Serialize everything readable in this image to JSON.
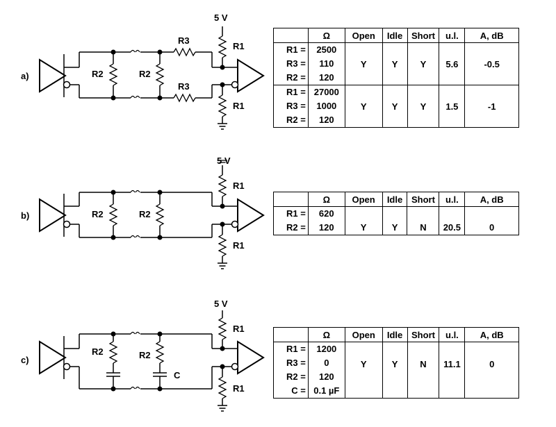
{
  "title_5v": "5 V",
  "headers": [
    "Ω",
    "Open",
    "Idle",
    "Short",
    "u.l.",
    "A, dB"
  ],
  "circuits": [
    {
      "label": "a)",
      "top_label": "5 V",
      "r1_top": "R1",
      "r1_bottom": "R1",
      "r2_left": "R2",
      "r2_right": "R2",
      "r3_top": "R3",
      "r3_bottom": "R3",
      "rows": [
        {
          "labels": [
            "R1 =",
            "R3 =",
            "R2 ="
          ],
          "values": [
            "2500",
            "110",
            "120"
          ],
          "open": "Y",
          "idle": "Y",
          "short": "Y",
          "ul": "5.6",
          "adb": "-0.5"
        },
        {
          "labels": [
            "R1 =",
            "R3 =",
            "R2 ="
          ],
          "values": [
            "27000",
            "1000",
            "120"
          ],
          "open": "Y",
          "idle": "Y",
          "short": "Y",
          "ul": "1.5",
          "adb": "-1"
        }
      ]
    },
    {
      "label": "b)",
      "top_label": "5 V",
      "r1_top": "R1",
      "r1_bottom": "R1",
      "r2_left": "R2",
      "r2_right": "R2",
      "rows": [
        {
          "labels": [
            "R1 =",
            "R2 ="
          ],
          "values": [
            "620",
            "120"
          ],
          "open": "Y",
          "idle": "Y",
          "short": "N",
          "ul": "20.5",
          "adb": "0"
        }
      ]
    },
    {
      "label": "c)",
      "top_label": "5 V",
      "r1_top": "R1",
      "r1_bottom": "R1",
      "r2_left": "R2",
      "r2_right": "R2",
      "cap_label": "C",
      "rows": [
        {
          "labels": [
            "R1 =",
            "R3 =",
            "R2 =",
            "C ="
          ],
          "values": [
            "1200",
            "0",
            "120",
            "0.1 µF"
          ],
          "open": "Y",
          "idle": "Y",
          "short": "N",
          "ul": "11.1",
          "adb": "0"
        }
      ]
    }
  ]
}
